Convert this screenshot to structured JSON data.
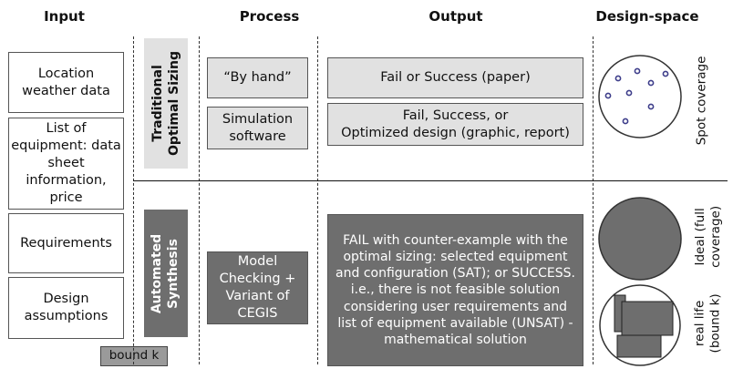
{
  "headers": {
    "input": "Input",
    "process": "Process",
    "output": "Output",
    "design_space": "Design-space"
  },
  "inputs": [
    {
      "id": "location",
      "label": "Location weather data"
    },
    {
      "id": "equipment",
      "label": "List of equipment: data sheet information, price"
    },
    {
      "id": "requirements",
      "label": "Requirements"
    },
    {
      "id": "assumptions",
      "label": "Design assumptions"
    }
  ],
  "bound_label": "bound k",
  "traditional": {
    "band_line1": "Traditional",
    "band_line2": "Optimal Sizing",
    "process_by_hand": "“By hand”",
    "process_simulation_line1": "Simulation",
    "process_simulation_line2": "software",
    "output_paper": "Fail or Success (paper)",
    "output_report_line1": "Fail, Success, or",
    "output_report_line2": "Optimized design (graphic, report)",
    "coverage_label": "Spot coverage"
  },
  "automated": {
    "band_line1": "Automated",
    "band_line2": "Synthesis",
    "process_line1": "Model",
    "process_line2": "Checking +",
    "process_line3": "Variant of",
    "process_line4": "CEGIS",
    "output_text": "FAIL with counter-example with the optimal sizing: selected equipment and configuration (SAT); or SUCCESS. i.e., there is not feasible solution considering user requirements and list of equipment available (UNSAT) - mathematical solution",
    "ideal_label_line1": "Ideal (full",
    "ideal_label_line2": "coverage)",
    "real_label_line1": "real life",
    "real_label_line2": "(bound k)"
  },
  "colors": {
    "light_box": "#e1e1e1",
    "dark_box": "#6e6e6e",
    "dot": "#3d3d8a",
    "outline": "#333333"
  }
}
